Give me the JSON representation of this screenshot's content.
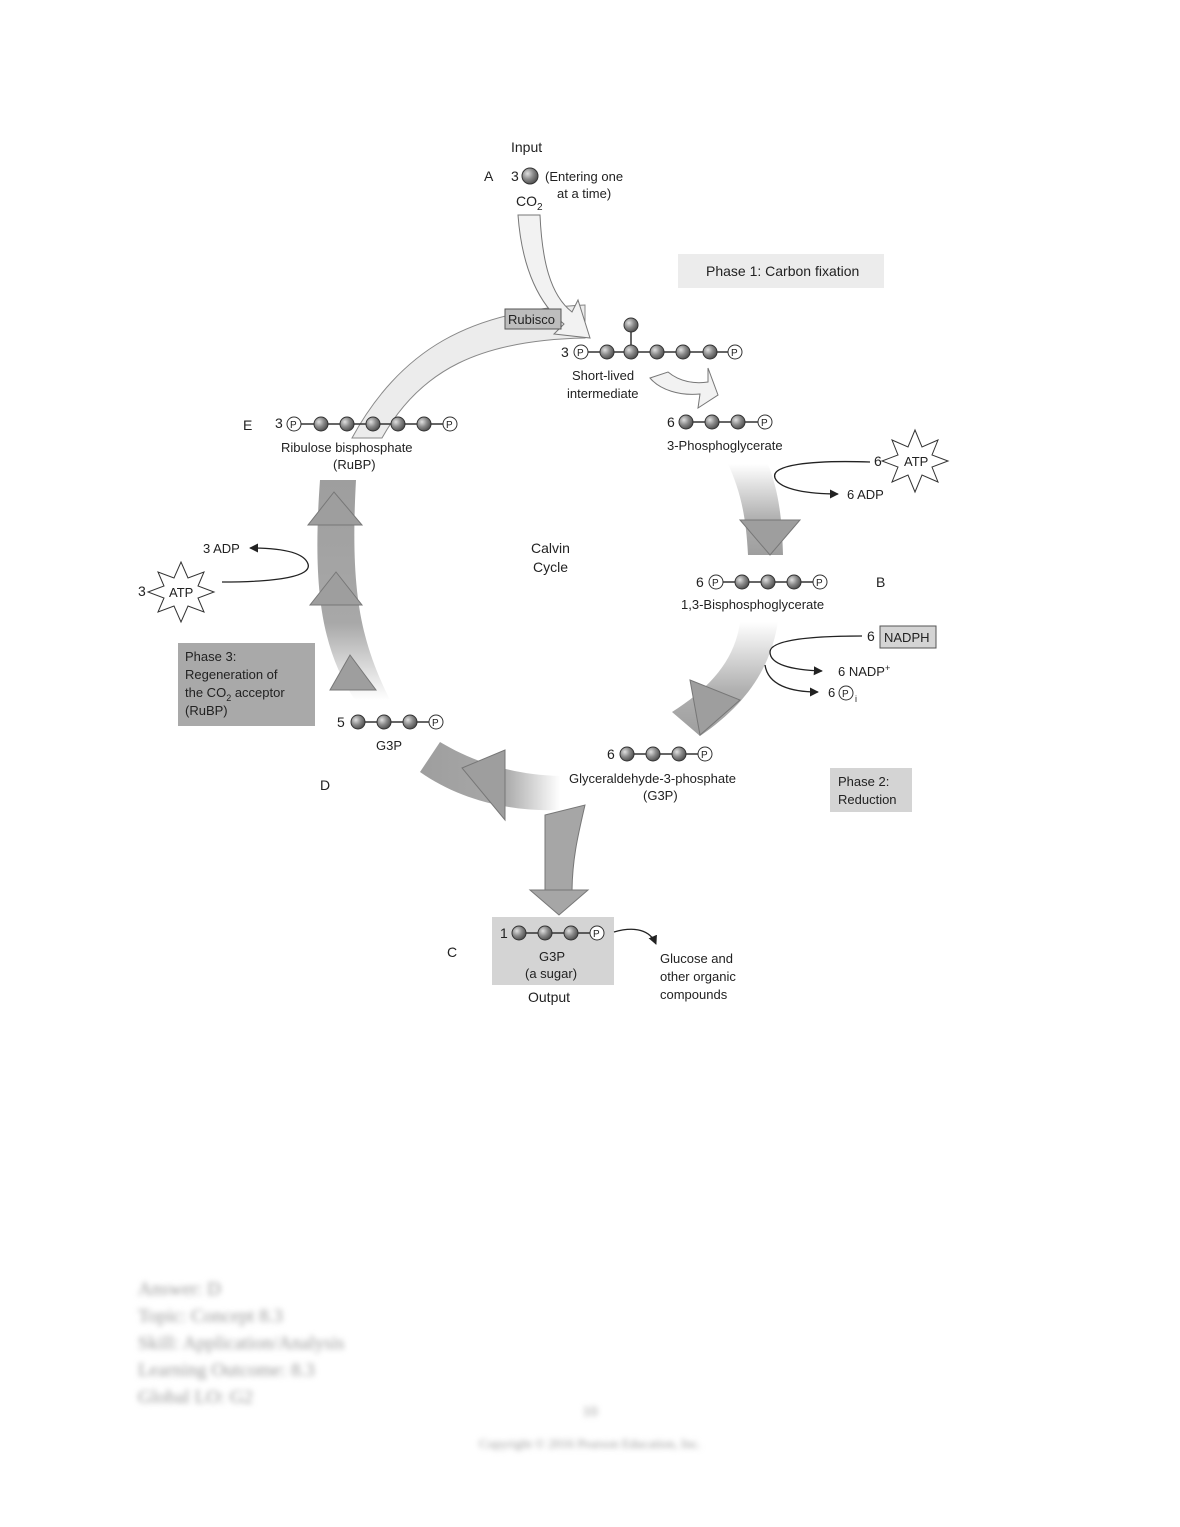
{
  "diagram": {
    "input": {
      "label": "Input",
      "letter": "A",
      "count": "3",
      "entering_line1": "(Entering one",
      "entering_line2": "at a time)",
      "co2": "CO",
      "co2_sub": "2"
    },
    "phase1": "Phase 1: Carbon fixation",
    "rubisco": "Rubisco",
    "intermediate": {
      "count": "3",
      "line1": "Short-lived",
      "line2": "intermediate"
    },
    "pga": {
      "count": "6",
      "label": "3-Phosphoglycerate"
    },
    "atp_top": {
      "count": "6",
      "label": "ATP",
      "adp": "6 ADP"
    },
    "bpg": {
      "count": "6",
      "label": "1,3-Bisphosphoglycerate",
      "letter": "B"
    },
    "nadph": {
      "count": "6",
      "label": "NADPH",
      "nadp": "6 NADP",
      "nadp_sup": "+",
      "pi_count": "6",
      "pi_sub": "i"
    },
    "g3p_main": {
      "count": "6",
      "line1": "Glyceraldehyde-3-phosphate",
      "line2": "(G3P)"
    },
    "phase2": {
      "line1": "Phase 2:",
      "line2": "Reduction"
    },
    "center": {
      "line1": "Calvin",
      "line2": "Cycle"
    },
    "rubp": {
      "letter": "E",
      "count": "3",
      "line1": "Ribulose bisphosphate",
      "line2": "(RuBP)"
    },
    "atp_left": {
      "count": "3",
      "label": "ATP",
      "adp": "3 ADP"
    },
    "phase3": {
      "line1": "Phase 3:",
      "line2": "Regeneration of",
      "line3_pre": "the CO",
      "line3_sub": "2",
      "line3_post": " acceptor",
      "line4": "(RuBP)"
    },
    "g3p_five": {
      "count": "5",
      "label": "G3P",
      "letter": "D"
    },
    "output": {
      "letter": "C",
      "count": "1",
      "line1": "G3P",
      "line2": "(a sugar)",
      "label": "Output"
    },
    "glucose": {
      "line1": "Glucose and",
      "line2": "other organic",
      "line3": "compounds"
    },
    "phosphate_symbol": "P"
  },
  "footer": {
    "lines": [
      "Answer:  D",
      "Topic:  Concept 8.3",
      "Skill:  Application/Analysis",
      "Learning Outcome:  8.3",
      "Global LO:  G2"
    ],
    "page_number": "10",
    "copyright": "Copyright © 2016 Pearson Education, Inc."
  },
  "colors": {
    "arrow_fill": "#a6a6a6",
    "arrow_light": "#ececec",
    "box_fill": "#d4d4d4",
    "phase_box": "#ececec",
    "phase3_box": "#a9a9a9",
    "molecule": "#808080"
  }
}
